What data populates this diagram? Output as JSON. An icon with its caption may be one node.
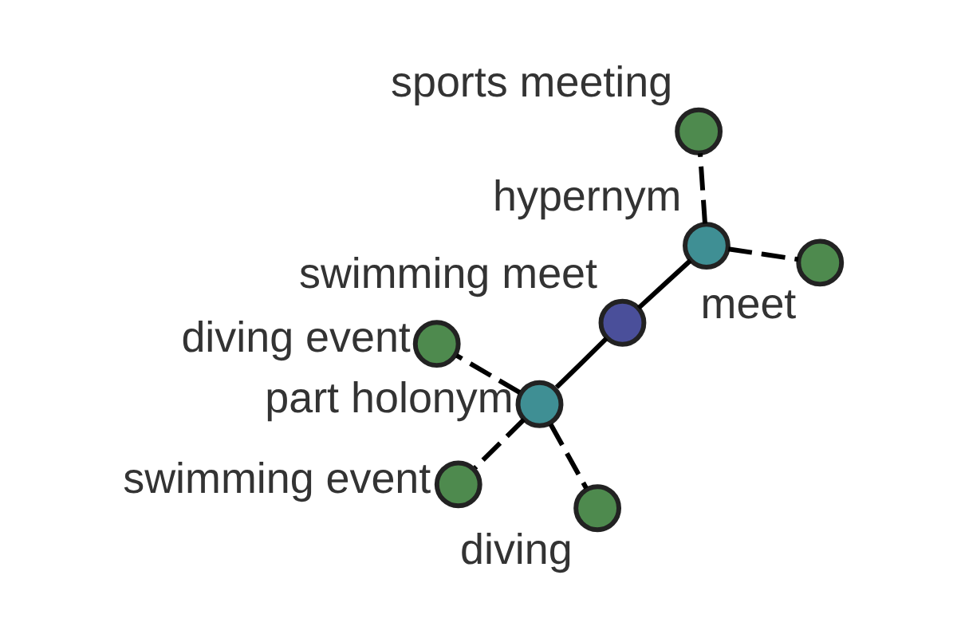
{
  "diagram": {
    "nodes": [
      {
        "text": [
          "swimming meet"
        ]
      },
      {
        "text": [
          "hypernym"
        ]
      },
      {
        "text": [
          "meet"
        ]
      },
      {
        "text": [
          "sports meeting"
        ]
      },
      {
        "text": [
          "part holonym"
        ]
      },
      {
        "text": [
          "diving event"
        ]
      },
      {
        "text": [
          "swimming event"
        ]
      },
      {
        "text": [
          "diving"
        ]
      }
    ],
    "edges": [
      {
        "from": 0,
        "to": 1,
        "arrow": "none"
      },
      {
        "from": 1,
        "to": 2,
        "arrow": "none",
        "style": "dashed"
      },
      {
        "from": 1,
        "to": 3,
        "arrow": "none",
        "style": "dashed"
      },
      {
        "from": 0,
        "to": 4,
        "arrow": "none"
      },
      {
        "from": 4,
        "to": 5,
        "arrow": "none",
        "style": "dashed"
      },
      {
        "from": 4,
        "to": 6,
        "arrow": "none",
        "style": "dashed"
      },
      {
        "from": 4,
        "to": 7,
        "arrow": "none",
        "style": "dashed"
      }
    ]
  }
}
